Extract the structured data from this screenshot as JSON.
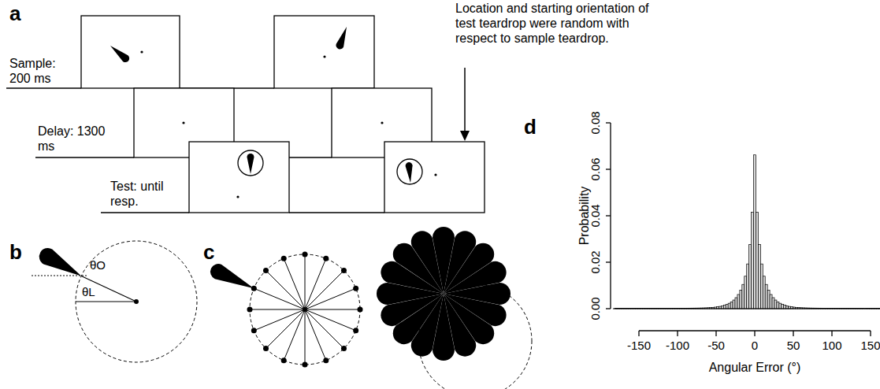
{
  "diagram": {
    "labels": [
      "a",
      "Location and starting orientation of test teardrop were random with respect to sample teardrop.",
      "Sample: 200 ms",
      "Delay: 1300 ms",
      "Test: until resp.",
      "b",
      "θO",
      "θL",
      "c",
      "d",
      "Probability",
      "0.00",
      "0.02",
      "0.04",
      "0.06",
      "0.08",
      "-150",
      "-100",
      "-50",
      "0",
      "50",
      "100",
      "150",
      "Angular Error (°)"
    ]
  }
}
